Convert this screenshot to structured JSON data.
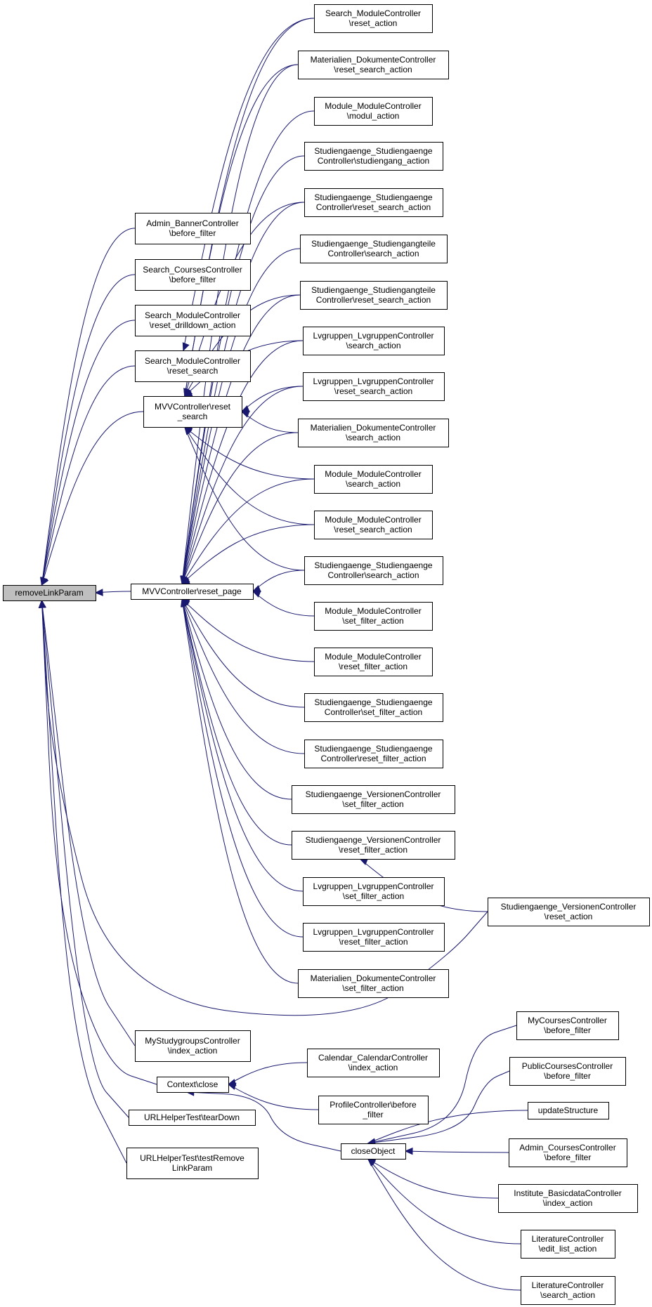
{
  "nodes": [
    {
      "id": "removeLinkParam",
      "lines": [
        "removeLinkParam"
      ]
    },
    {
      "id": "adminBanner",
      "lines": [
        "Admin_BannerController",
        "\\before_filter"
      ]
    },
    {
      "id": "searchCourses",
      "lines": [
        "Search_CoursesController",
        "\\before_filter"
      ]
    },
    {
      "id": "searchModuleDrill",
      "lines": [
        "Search_ModuleController",
        "\\reset_drilldown_action"
      ]
    },
    {
      "id": "searchModuleReset",
      "lines": [
        "Search_ModuleController",
        "\\reset_search"
      ]
    },
    {
      "id": "mvvResetSearch",
      "lines": [
        "MVVController\\reset",
        "_search"
      ]
    },
    {
      "id": "mvvResetPage",
      "lines": [
        "MVVController\\reset_page"
      ]
    },
    {
      "id": "myStudygroups",
      "lines": [
        "MyStudygroupsController",
        "\\index_action"
      ]
    },
    {
      "id": "contextClose",
      "lines": [
        "Context\\close"
      ]
    },
    {
      "id": "urlTearDown",
      "lines": [
        "URLHelperTest\\tearDown"
      ]
    },
    {
      "id": "urlTestRemove",
      "lines": [
        "URLHelperTest\\testRemove",
        "LinkParam"
      ]
    },
    {
      "id": "c1",
      "lines": [
        "Search_ModuleController",
        "\\reset_action"
      ]
    },
    {
      "id": "c2",
      "lines": [
        "Materialien_DokumenteController",
        "\\reset_search_action"
      ]
    },
    {
      "id": "c3",
      "lines": [
        "Module_ModuleController",
        "\\modul_action"
      ]
    },
    {
      "id": "c4",
      "lines": [
        "Studiengaenge_Studiengaenge",
        "Controller\\studiengang_action"
      ]
    },
    {
      "id": "c5",
      "lines": [
        "Studiengaenge_Studiengaenge",
        "Controller\\reset_search_action"
      ]
    },
    {
      "id": "c6",
      "lines": [
        "Studiengaenge_Studiengangteile",
        "Controller\\search_action"
      ]
    },
    {
      "id": "c7",
      "lines": [
        "Studiengaenge_Studiengangteile",
        "Controller\\reset_search_action"
      ]
    },
    {
      "id": "c8",
      "lines": [
        "Lvgruppen_LvgruppenController",
        "\\search_action"
      ]
    },
    {
      "id": "c9",
      "lines": [
        "Lvgruppen_LvgruppenController",
        "\\reset_search_action"
      ]
    },
    {
      "id": "c10",
      "lines": [
        "Materialien_DokumenteController",
        "\\search_action"
      ]
    },
    {
      "id": "c11",
      "lines": [
        "Module_ModuleController",
        "\\search_action"
      ]
    },
    {
      "id": "c12",
      "lines": [
        "Module_ModuleController",
        "\\reset_search_action"
      ]
    },
    {
      "id": "c13",
      "lines": [
        "Studiengaenge_Studiengaenge",
        "Controller\\search_action"
      ]
    },
    {
      "id": "c14",
      "lines": [
        "Module_ModuleController",
        "\\set_filter_action"
      ]
    },
    {
      "id": "c15",
      "lines": [
        "Module_ModuleController",
        "\\reset_filter_action"
      ]
    },
    {
      "id": "c16",
      "lines": [
        "Studiengaenge_Studiengaenge",
        "Controller\\set_filter_action"
      ]
    },
    {
      "id": "c17",
      "lines": [
        "Studiengaenge_Studiengaenge",
        "Controller\\reset_filter_action"
      ]
    },
    {
      "id": "c18",
      "lines": [
        "Studiengaenge_VersionenController",
        "\\set_filter_action"
      ]
    },
    {
      "id": "c19",
      "lines": [
        "Studiengaenge_VersionenController",
        "\\reset_filter_action"
      ]
    },
    {
      "id": "c20",
      "lines": [
        "Lvgruppen_LvgruppenController",
        "\\set_filter_action"
      ]
    },
    {
      "id": "c21",
      "lines": [
        "Lvgruppen_LvgruppenController",
        "\\reset_filter_action"
      ]
    },
    {
      "id": "c22",
      "lines": [
        "Materialien_DokumenteController",
        "\\set_filter_action"
      ]
    },
    {
      "id": "versionenReset",
      "lines": [
        "Studiengaenge_VersionenController",
        "\\reset_action"
      ]
    },
    {
      "id": "calendarIndex",
      "lines": [
        "Calendar_CalendarController",
        "\\index_action"
      ]
    },
    {
      "id": "profileBefore",
      "lines": [
        "ProfileController\\before",
        "_filter"
      ]
    },
    {
      "id": "closeObject",
      "lines": [
        "closeObject"
      ]
    },
    {
      "id": "myCourses",
      "lines": [
        "MyCoursesController",
        "\\before_filter"
      ]
    },
    {
      "id": "publicCourses",
      "lines": [
        "PublicCoursesController",
        "\\before_filter"
      ]
    },
    {
      "id": "updateStructure",
      "lines": [
        "updateStructure"
      ]
    },
    {
      "id": "adminCourses",
      "lines": [
        "Admin_CoursesController",
        "\\before_filter"
      ]
    },
    {
      "id": "instituteBasic",
      "lines": [
        "Institute_BasicdataController",
        "\\index_action"
      ]
    },
    {
      "id": "literatureEdit",
      "lines": [
        "LiteratureController",
        "\\edit_list_action"
      ]
    },
    {
      "id": "literatureSearch",
      "lines": [
        "LiteratureController",
        "\\search_action"
      ]
    }
  ],
  "edges": [
    {
      "from": "adminBanner",
      "to": "removeLinkParam"
    },
    {
      "from": "searchCourses",
      "to": "removeLinkParam"
    },
    {
      "from": "searchModuleDrill",
      "to": "removeLinkParam"
    },
    {
      "from": "searchModuleReset",
      "to": "removeLinkParam"
    },
    {
      "from": "mvvResetSearch",
      "to": "removeLinkParam"
    },
    {
      "from": "mvvResetPage",
      "to": "removeLinkParam"
    },
    {
      "from": "myStudygroups",
      "to": "removeLinkParam"
    },
    {
      "from": "contextClose",
      "to": "removeLinkParam"
    },
    {
      "from": "urlTearDown",
      "to": "removeLinkParam"
    },
    {
      "from": "urlTestRemove",
      "to": "removeLinkParam"
    },
    {
      "from": "versionenReset",
      "to": "removeLinkParam"
    },
    {
      "from": "c1",
      "to": "searchModuleReset"
    },
    {
      "from": "c1",
      "to": "mvvResetSearch"
    },
    {
      "from": "c2",
      "to": "mvvResetSearch"
    },
    {
      "from": "c5",
      "to": "mvvResetSearch"
    },
    {
      "from": "c7",
      "to": "mvvResetSearch"
    },
    {
      "from": "c8",
      "to": "mvvResetSearch"
    },
    {
      "from": "c9",
      "to": "mvvResetSearch"
    },
    {
      "from": "c10",
      "to": "mvvResetSearch"
    },
    {
      "from": "c11",
      "to": "mvvResetSearch"
    },
    {
      "from": "c12",
      "to": "mvvResetSearch"
    },
    {
      "from": "c13",
      "to": "mvvResetSearch"
    },
    {
      "from": "c2",
      "to": "mvvResetPage"
    },
    {
      "from": "c3",
      "to": "mvvResetPage"
    },
    {
      "from": "c4",
      "to": "mvvResetPage"
    },
    {
      "from": "c5",
      "to": "mvvResetPage"
    },
    {
      "from": "c6",
      "to": "mvvResetPage"
    },
    {
      "from": "c7",
      "to": "mvvResetPage"
    },
    {
      "from": "c8",
      "to": "mvvResetPage"
    },
    {
      "from": "c9",
      "to": "mvvResetPage"
    },
    {
      "from": "c10",
      "to": "mvvResetPage"
    },
    {
      "from": "c11",
      "to": "mvvResetPage"
    },
    {
      "from": "c12",
      "to": "mvvResetPage"
    },
    {
      "from": "c13",
      "to": "mvvResetPage"
    },
    {
      "from": "c14",
      "to": "mvvResetPage"
    },
    {
      "from": "c15",
      "to": "mvvResetPage"
    },
    {
      "from": "c16",
      "to": "mvvResetPage"
    },
    {
      "from": "c17",
      "to": "mvvResetPage"
    },
    {
      "from": "c18",
      "to": "mvvResetPage"
    },
    {
      "from": "c19",
      "to": "mvvResetPage"
    },
    {
      "from": "c20",
      "to": "mvvResetPage"
    },
    {
      "from": "c21",
      "to": "mvvResetPage"
    },
    {
      "from": "c22",
      "to": "mvvResetPage"
    },
    {
      "from": "versionenReset",
      "to": "c19"
    },
    {
      "from": "calendarIndex",
      "to": "contextClose"
    },
    {
      "from": "profileBefore",
      "to": "contextClose"
    },
    {
      "from": "closeObject",
      "to": "contextClose"
    },
    {
      "from": "myCourses",
      "to": "closeObject"
    },
    {
      "from": "publicCourses",
      "to": "closeObject"
    },
    {
      "from": "updateStructure",
      "to": "closeObject"
    },
    {
      "from": "adminCourses",
      "to": "closeObject"
    },
    {
      "from": "instituteBasic",
      "to": "closeObject"
    },
    {
      "from": "literatureEdit",
      "to": "closeObject"
    },
    {
      "from": "literatureSearch",
      "to": "closeObject"
    }
  ],
  "colors": {
    "edge": "#191970",
    "root_fill": "#bfbfbf",
    "node_fill": "#ffffff",
    "border": "#000000"
  }
}
